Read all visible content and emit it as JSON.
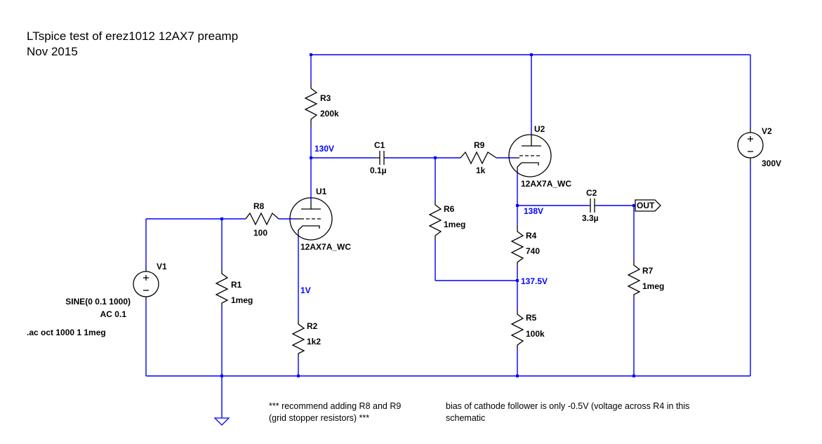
{
  "title": {
    "line1": "LTspice test of erez1012 12AX7 preamp",
    "line2": "Nov 2015"
  },
  "colors": {
    "wire": "#0000ff",
    "component": "#000000",
    "voltage_label": "#0000ff",
    "background": "#ffffff"
  },
  "components": {
    "R1": {
      "name": "R1",
      "value": "1meg"
    },
    "R2": {
      "name": "R2",
      "value": "1k2"
    },
    "R3": {
      "name": "R3",
      "value": "200k"
    },
    "R4": {
      "name": "R4",
      "value": "740"
    },
    "R5": {
      "name": "R5",
      "value": "100k"
    },
    "R6": {
      "name": "R6",
      "value": "1meg"
    },
    "R7": {
      "name": "R7",
      "value": "1meg"
    },
    "R8": {
      "name": "R8",
      "value": "100"
    },
    "R9": {
      "name": "R9",
      "value": "1k"
    },
    "C1": {
      "name": "C1",
      "value": "0.1µ"
    },
    "C2": {
      "name": "C2",
      "value": "3.3µ"
    },
    "U1": {
      "name": "U1",
      "model": "12AX7A_WC"
    },
    "U2": {
      "name": "U2",
      "model": "12AX7A_WC"
    },
    "V1": {
      "name": "V1",
      "value_line1": "SINE(0 0.1 1000)",
      "value_line2": "AC 0.1"
    },
    "V2": {
      "name": "V2",
      "value": "300V"
    }
  },
  "node_voltages": {
    "u1_plate": "130V",
    "u1_cathode": "1V",
    "u2_cathode": "138V",
    "r4_r5_junction": "137.5V"
  },
  "directive": ".ac oct 1000 1 1meg",
  "port": {
    "name": "OUT"
  },
  "notes": {
    "left_line1": "*** recommend adding R8 and R9",
    "left_line2": "(grid stopper resistors) ***",
    "right_line1": "bias of cathode follower is only -0.5V (voltage across R4 in this",
    "right_line2": "schematic"
  }
}
